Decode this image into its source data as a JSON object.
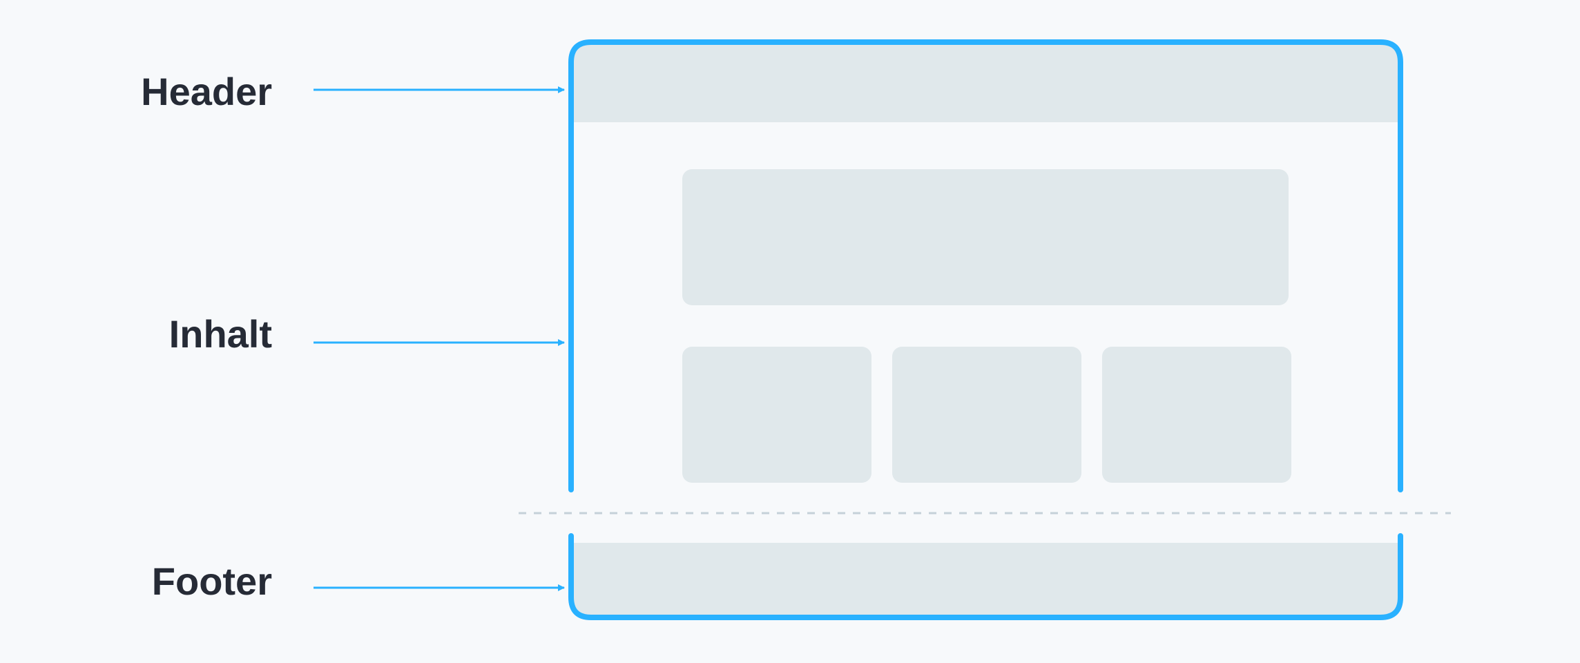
{
  "labels": {
    "header": "Header",
    "content": "Inhalt",
    "footer": "Footer"
  },
  "colors": {
    "background": "#f7f9fb",
    "accent": "#29b1ff",
    "block": "#e0e8eb",
    "text": "#262b36",
    "divider": "#c5d1d9"
  }
}
